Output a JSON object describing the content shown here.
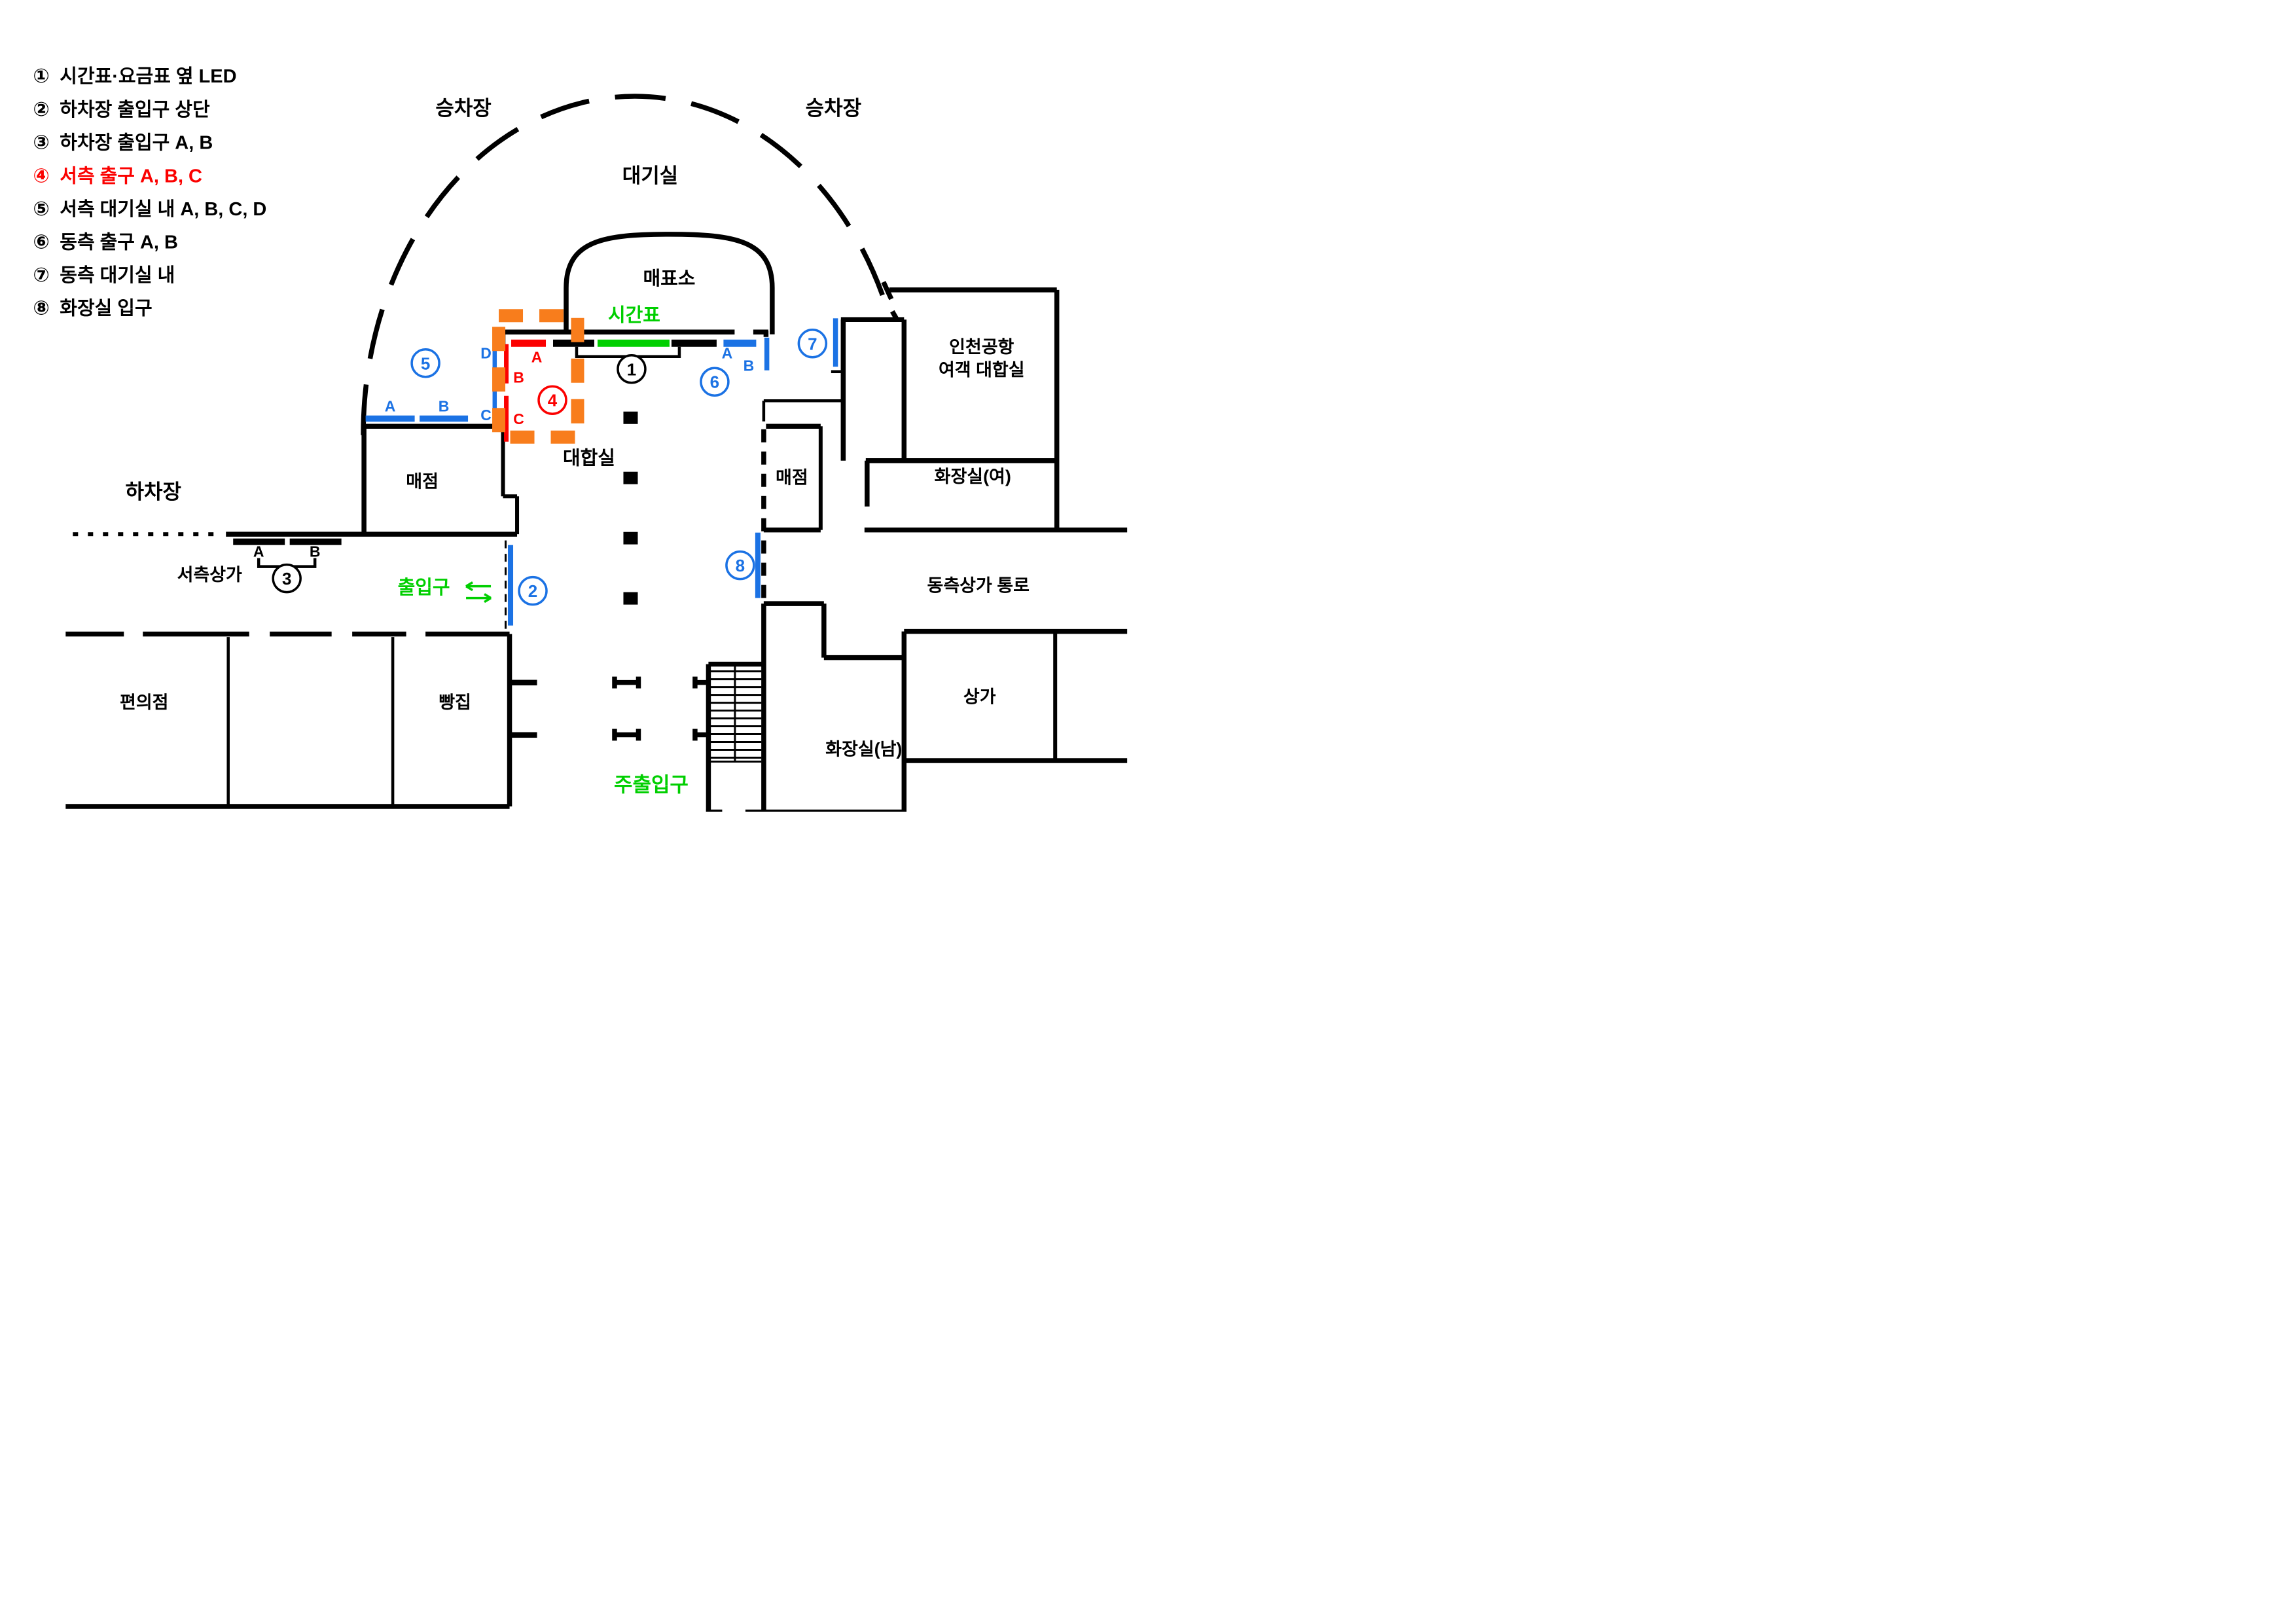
{
  "colors": {
    "accent_blue": "#1b72e4",
    "accent_red": "#fb0100",
    "accent_green": "#00cf00",
    "accent_orange": "#f87d1c",
    "wall_black": "#000000",
    "background": "#ffffff"
  },
  "legend": {
    "items": [
      {
        "num": "①",
        "label": "시간표·요금표 옆 LED",
        "color": "black"
      },
      {
        "num": "②",
        "label": "하차장 출입구 상단",
        "color": "black"
      },
      {
        "num": "③",
        "label": "하차장 출입구 A, B",
        "color": "black"
      },
      {
        "num": "④",
        "label": "서측 출구 A, B, C",
        "color": "red"
      },
      {
        "num": "⑤",
        "label": "서측 대기실 내 A, B, C, D",
        "color": "black"
      },
      {
        "num": "⑥",
        "label": "동측 출구 A, B",
        "color": "black"
      },
      {
        "num": "⑦",
        "label": "동측 대기실 내",
        "color": "black"
      },
      {
        "num": "⑧",
        "label": "화장실 입구",
        "color": "black"
      }
    ]
  },
  "map": {
    "areas": {
      "boarding_left": "승차장",
      "boarding_right": "승차장",
      "waiting_room": "대기실",
      "ticket_office": "매표소",
      "timetable": "시간표",
      "waiting_hall": "대합실",
      "shop_left": "매점",
      "shop_right": "매점",
      "dropoff": "하차장",
      "west_shops": "서측상가",
      "gate": "출입구",
      "main_gate": "주출입구",
      "convenience_store": "편의점",
      "bakery": "빵집",
      "incheon_line1": "인천공항",
      "incheon_line2": "여객 대합실",
      "restroom_women": "화장실(여)",
      "restroom_men": "화장실(남)",
      "east_passage": "동측상가 통로",
      "shops": "상가"
    },
    "markers": {
      "m1": "1",
      "m2": "2",
      "m3": "3",
      "m4": "4",
      "m5": "5",
      "m6": "6",
      "m7": "7",
      "m8": "8"
    },
    "letters": {
      "west_exit_a": "A",
      "west_exit_b": "B",
      "west_exit_c": "C",
      "west_wait_a": "A",
      "west_wait_b": "B",
      "west_wait_c": "C",
      "west_wait_d": "D",
      "east_exit_a": "A",
      "east_exit_b": "B",
      "dropoff_door_a": "A",
      "dropoff_door_b": "B"
    }
  }
}
